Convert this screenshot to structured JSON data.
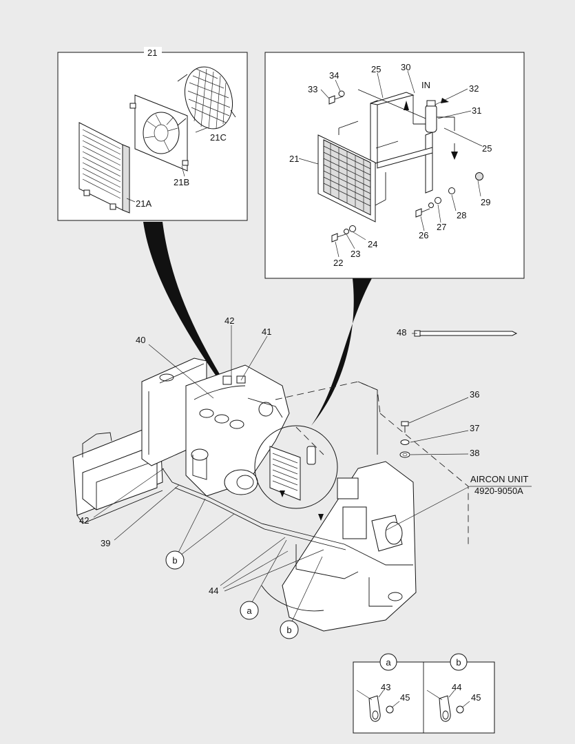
{
  "inset_left": {
    "group_label": "21",
    "parts": {
      "condenser_core": "21A",
      "fan_shroud": "21B",
      "fan_guard": "21C"
    }
  },
  "inset_right": {
    "labels": {
      "p21": "21",
      "p22": "22",
      "p23": "23",
      "p24": "24",
      "p25a": "25",
      "p25b": "25",
      "p26": "26",
      "p27": "27",
      "p28": "28",
      "p29": "29",
      "p30": "30",
      "p31": "31",
      "p32": "32",
      "p33": "33",
      "p34": "34"
    },
    "flow_label": "IN"
  },
  "main": {
    "labels": {
      "p36": "36",
      "p37": "37",
      "p38": "38",
      "p39": "39",
      "p40": "40",
      "p41": "41",
      "p42a": "42",
      "p42b": "42",
      "p44": "44",
      "p48": "48"
    },
    "callout_a": "a",
    "callout_b1": "b",
    "callout_b2": "b",
    "aircon_label": "AIRCON UNIT",
    "aircon_part_no": "4920-9050A"
  },
  "detail": {
    "a": {
      "letter": "a",
      "clamp": "43",
      "nut": "45"
    },
    "b": {
      "letter": "b",
      "clamp": "44",
      "nut": "45"
    }
  }
}
